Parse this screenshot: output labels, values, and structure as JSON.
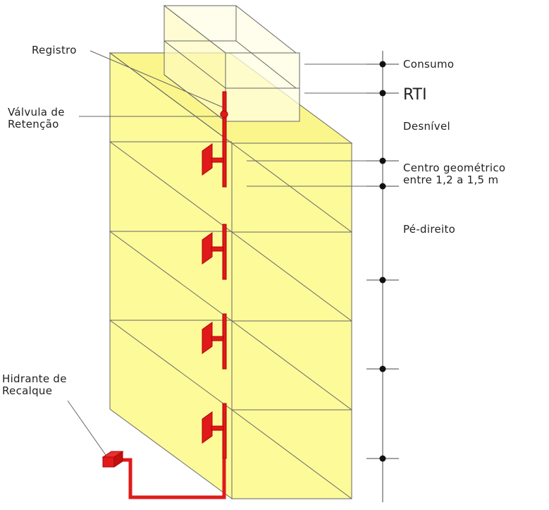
{
  "labels": {
    "registro": "Registro",
    "valvula_line1": "Válvula de",
    "valvula_line2": "Retenção",
    "hidrante_line1": "Hidrante de",
    "hidrante_line2": "Recalque",
    "consumo": "Consumo",
    "rti": "RTI",
    "desnivel": "Desnível",
    "centro_line1": "Centro geométrico",
    "centro_line2": "entre 1,2 a 1,5 m",
    "pe_direito": "Pé-direito"
  },
  "colors": {
    "building_fill": "#fdfa9a",
    "building_fill_dark": "#f8f27a",
    "tank_fill": "#fffde0",
    "pipe_red": "#e01a1a",
    "line": "#555555",
    "dot": "#111111"
  },
  "floors": 4
}
